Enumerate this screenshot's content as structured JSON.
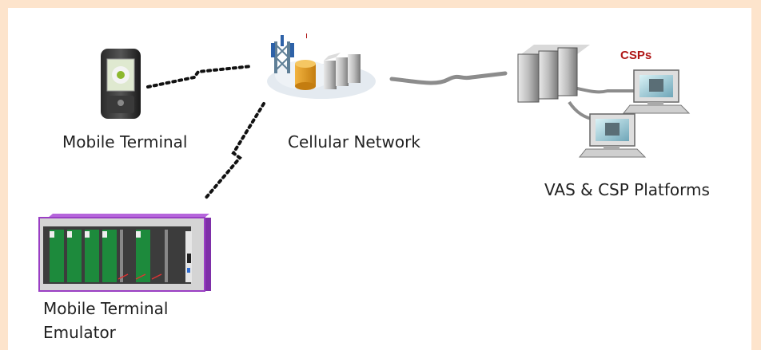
{
  "nodes": {
    "mobile_terminal": {
      "label": "Mobile Terminal",
      "icon": "smartphone-icon"
    },
    "cellular_network": {
      "label": "Cellular Network",
      "icon": "cell-tower-cloud-icon"
    },
    "vas_platforms": {
      "label": "VAS & CSP Platforms",
      "icon": "server-icon",
      "sublabel": "CSPs"
    },
    "emulator": {
      "label_line1": "Mobile Terminal",
      "label_line2": "Emulator",
      "icon": "card-rack-icon"
    }
  },
  "links": [
    {
      "from": "Mobile Terminal",
      "to": "Cellular Network",
      "style": "wireless-dotted"
    },
    {
      "from": "Mobile Terminal Emulator",
      "to": "Cellular Network",
      "style": "wireless-dotted"
    },
    {
      "from": "Cellular Network",
      "to": "VAS & CSP Platforms",
      "style": "wired-curved"
    }
  ],
  "colors": {
    "frame": "#fde4cc",
    "text": "#222222",
    "csp_text": "#b01818",
    "rack_accent": "#9a3fc4",
    "board_green": "#1d8a3c"
  }
}
